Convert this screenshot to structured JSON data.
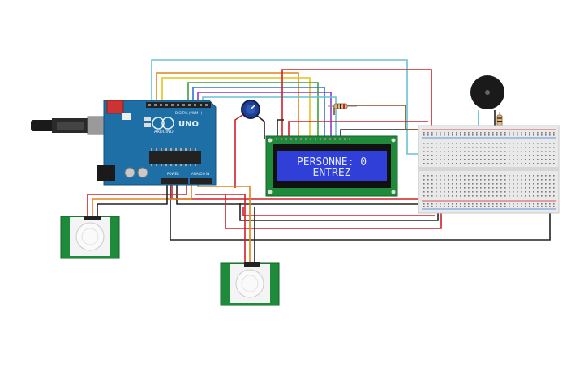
{
  "lcd": {
    "line1": "PERSONNE: 0",
    "line2": "ENTREZ"
  },
  "arduino": {
    "logo": "UNO",
    "brand": "ARDUINO",
    "digital_label": "DIGITAL (PWM~)",
    "power_label": "POWER",
    "analog_label": "ANALOG IN"
  },
  "colors": {
    "arduino_board": "#1f6fa7",
    "lcd_board": "#1f8a3a",
    "lcd_screen": "#2f3fd8",
    "pir_board": "#1e8b3a",
    "breadboard": "#e9e9e9",
    "wire_red": "#d0202a",
    "wire_black": "#222222",
    "wire_orange": "#e0841a",
    "wire_yellow": "#e8c21a",
    "wire_green": "#3aa33a",
    "wire_blue": "#2f74d6",
    "wire_purple": "#8a3ad0",
    "wire_cyan": "#66c2d6",
    "wire_brown": "#8a4b1a"
  }
}
